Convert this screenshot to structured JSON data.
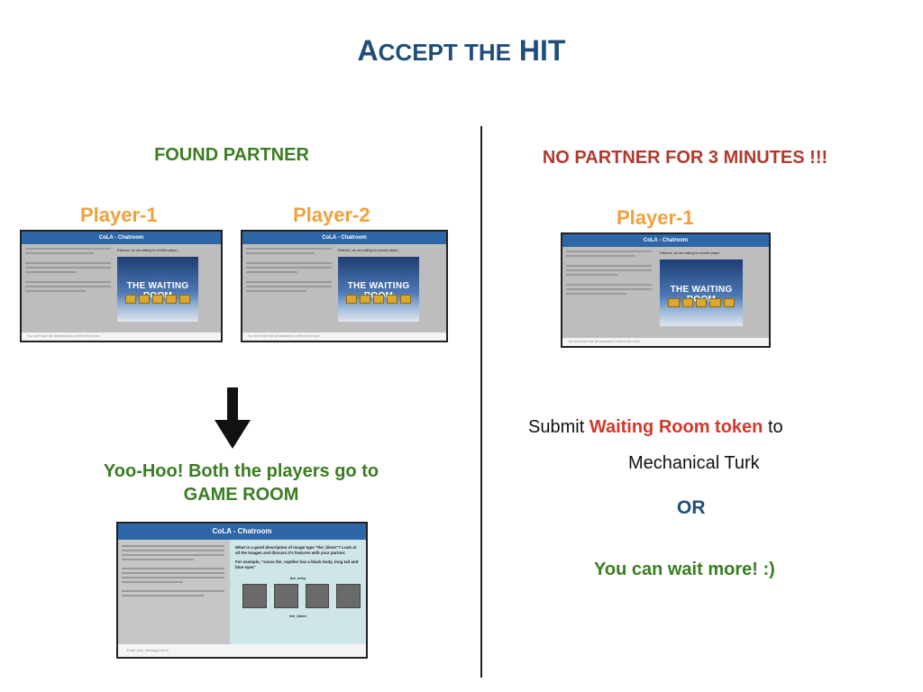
{
  "title": {
    "prefix": "A",
    "prefix_small": "CCEPT THE",
    "main": "HIT"
  },
  "left": {
    "heading": "FOUND PARTNER",
    "player1_label": "Player-1",
    "player2_label": "Player-2",
    "result_line1": "Yoo-Hoo! Both the players go to",
    "result_line2": "GAME ROOM"
  },
  "right": {
    "heading": "NO PARTNER FOR 3 MINUTES !!!",
    "player1_label": "Player-1",
    "submit_prefix": "Submit ",
    "submit_highlight": "Waiting Room token",
    "submit_suffix": " to",
    "mturk": "Mechanical Turk",
    "or": "OR",
    "wait_more": "You can wait more! :)"
  },
  "screenshots": {
    "chatroom_title": "CoLA - Chatroom",
    "waiting_room_text": "THE WAITING ROOM",
    "waiting_note": "Patience, we are waiting for another player...",
    "no_permission": "You don't have the permissions to write in this room.",
    "game_question": "What is a good description of image type \"the_bleen\"? Look at all the images and discuss it's features with your partner.",
    "game_example": "For example, \"xxxxx the_reptiles has a black body, long tail and blue eyes\"",
    "game_tag1": "the_mixy",
    "game_tag2": "the_bleen",
    "game_input": "Enter your message here!"
  },
  "colors": {
    "title": "#1f4e79",
    "green": "#3a7d22",
    "red": "#b03a2e",
    "orange": "#f0a03c",
    "bar": "#2d67a8"
  }
}
